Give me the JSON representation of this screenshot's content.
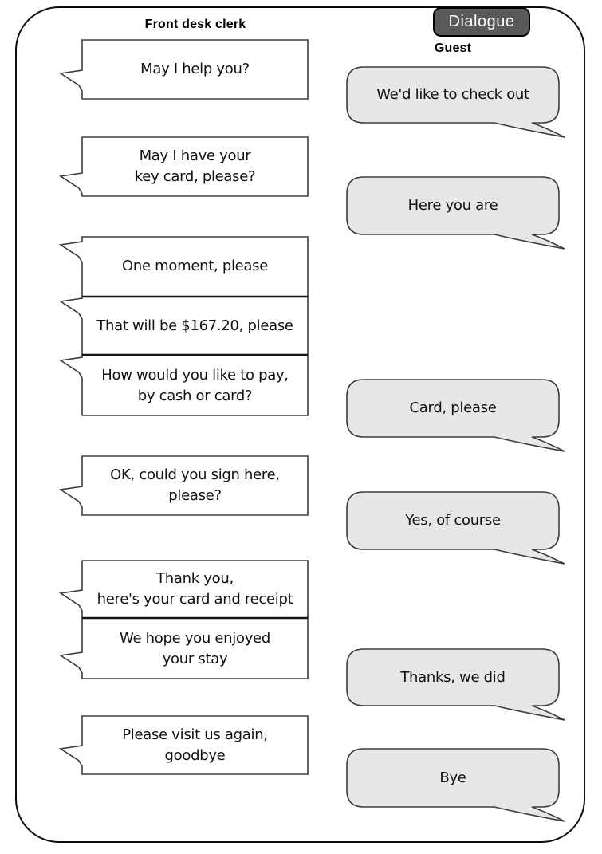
{
  "badge": {
    "label": "Dialogue"
  },
  "clerk": {
    "header": "Front desk clerk",
    "messages": [
      {
        "text": "May I help you?"
      },
      {
        "text": "May I have your\nkey card, please?"
      },
      {
        "text": "One moment, please"
      },
      {
        "text": "That will be $167.20, please"
      },
      {
        "text": "How would you like to pay,\nby cash or card?"
      },
      {
        "text": "OK, could you sign here,\nplease?"
      },
      {
        "text": "Thank you,\nhere's your card and receipt"
      },
      {
        "text": "We hope you enjoyed\nyour stay"
      },
      {
        "text": "Please visit us again,\ngoodbye"
      }
    ]
  },
  "guest": {
    "header": "Guest",
    "messages": [
      {
        "text": "We'd like to check out"
      },
      {
        "text": "Here you are"
      },
      {
        "text": "Card, please"
      },
      {
        "text": "Yes, of course"
      },
      {
        "text": "Thanks, we did"
      },
      {
        "text": "Bye"
      }
    ]
  },
  "colors": {
    "badge_bg": "#595959",
    "badge_text": "#ffffff",
    "guest_bubble_fill": "#e7e7e7",
    "clerk_bubble_fill": "#ffffff",
    "outline": "#3d3d3d"
  }
}
